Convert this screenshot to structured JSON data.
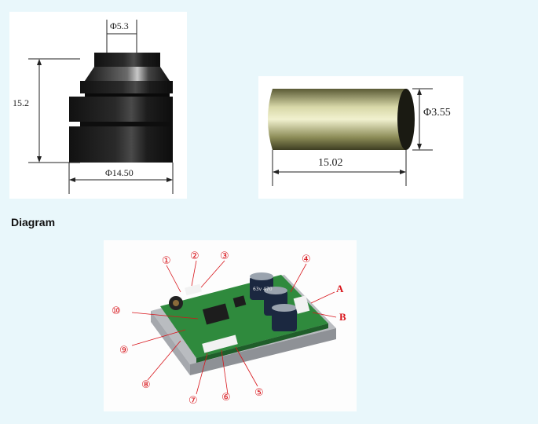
{
  "bushing": {
    "top_diameter": "Φ5.3",
    "height": "15.2",
    "base_diameter": "Φ14.50"
  },
  "pin": {
    "diameter": "Φ3.55",
    "length": "15.02"
  },
  "section": {
    "title": "Diagram"
  },
  "board": {
    "callouts": [
      "①",
      "②",
      "③",
      "④",
      "⑤",
      "⑥",
      "⑦",
      "⑧",
      "⑨",
      "⑩"
    ],
    "letters": [
      "A",
      "B"
    ],
    "capacitor_label": "63v 470"
  },
  "colors": {
    "callout": "#d8141a",
    "page_bg": "#e9f7fb",
    "pcb": "#2f8a3d"
  }
}
